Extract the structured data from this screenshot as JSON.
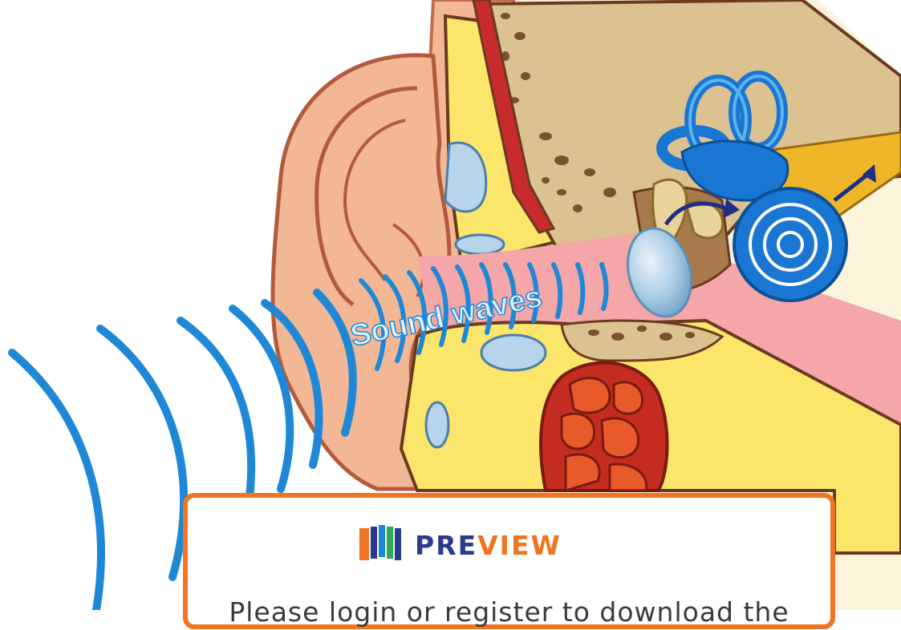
{
  "illustration": {
    "label": "Sound waves",
    "colors": {
      "wave_blue": "#1e88d6",
      "skin": "#f2b896",
      "skin_dark": "#d4775a",
      "tissue_yellow": "#fbe56a",
      "bone": "#dcc291",
      "muscle_red": "#c82b2b",
      "inner_ear_blue": "#1976d2",
      "nerve_gold": "#f0b62a",
      "canal_pink": "#f4a6a8",
      "eardrum": "#a9cbe4"
    }
  },
  "preview": {
    "title_part1": "PRE",
    "title_part2": "VIEW",
    "message": "Please login or register to download the",
    "accent_color": "#f07522",
    "brand_color": "#2c3a8c"
  }
}
